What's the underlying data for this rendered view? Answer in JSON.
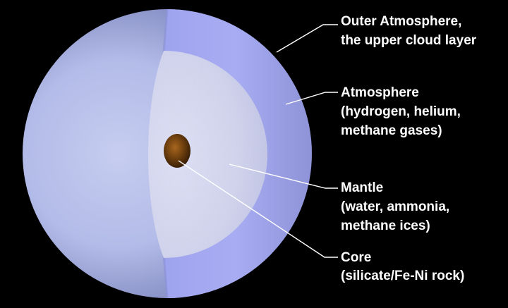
{
  "layers": [
    {
      "id": "outer-atmosphere",
      "lines": [
        "Outer Atmosphere,",
        "the upper cloud layer"
      ]
    },
    {
      "id": "atmosphere",
      "lines": [
        "Atmosphere",
        "(hydrogen, helium,",
        "methane gases)"
      ]
    },
    {
      "id": "mantle",
      "lines": [
        "Mantle",
        "(water, ammonia,",
        "methane ices)"
      ]
    },
    {
      "id": "core",
      "lines": [
        "Core",
        "(silicate/Fe-Ni rock)"
      ]
    }
  ],
  "colors": {
    "background": "#000000",
    "planet_surface": "#b9c0ea",
    "atmosphere_cut": "#a9adf1",
    "mantle": "#cfd2f0",
    "core": "#7a4a12",
    "leader_line": "#ffffff",
    "label_text": "#ffffff"
  }
}
